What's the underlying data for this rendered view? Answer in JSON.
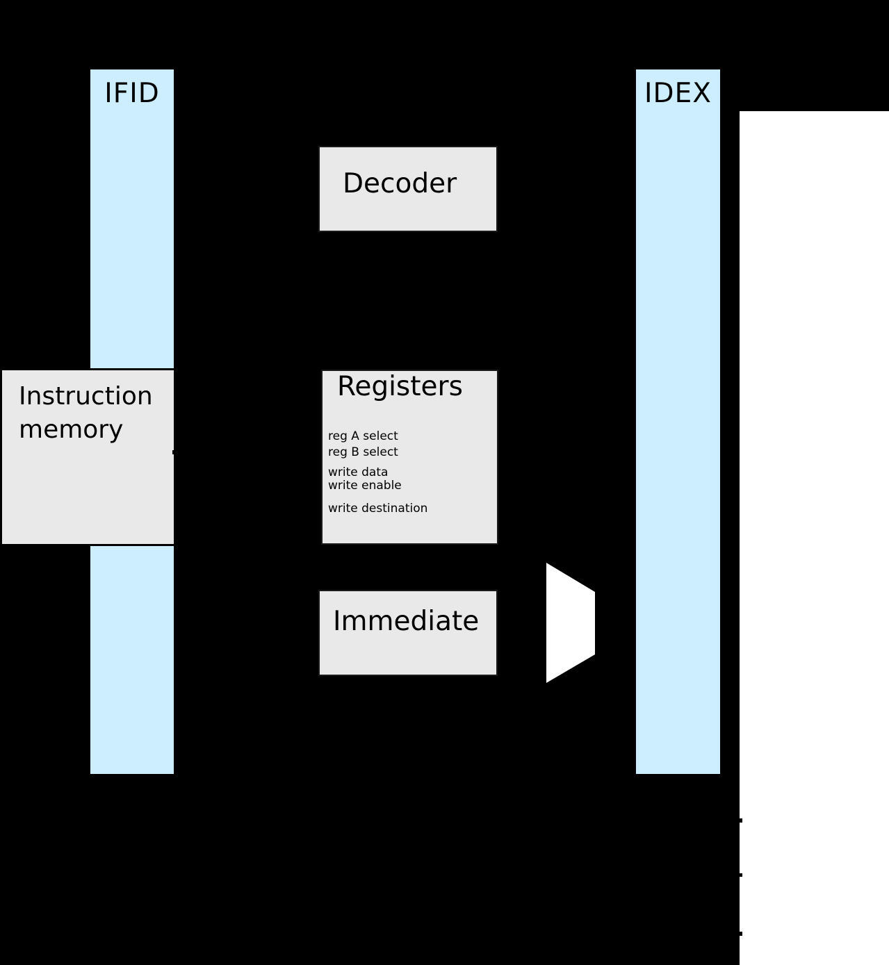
{
  "colors": {
    "background": "#000000",
    "pipeline_register_fill": "#cdeeff",
    "block_fill": "#e9e9e9",
    "cutout_fill": "#ffffff",
    "outline": "#000000"
  },
  "pipeline_registers": {
    "ifid": {
      "label": "IFID"
    },
    "idex": {
      "label": "IDEX"
    }
  },
  "blocks": {
    "decoder": {
      "label": "Decoder"
    },
    "instruction_memory": {
      "label_line1": "Instruction",
      "label_line2": "memory"
    },
    "registers": {
      "title": "Registers",
      "ports": [
        "reg A select",
        "reg B select",
        "write data",
        "write enable",
        "write destination"
      ]
    },
    "immediate": {
      "label": "Immediate"
    }
  }
}
